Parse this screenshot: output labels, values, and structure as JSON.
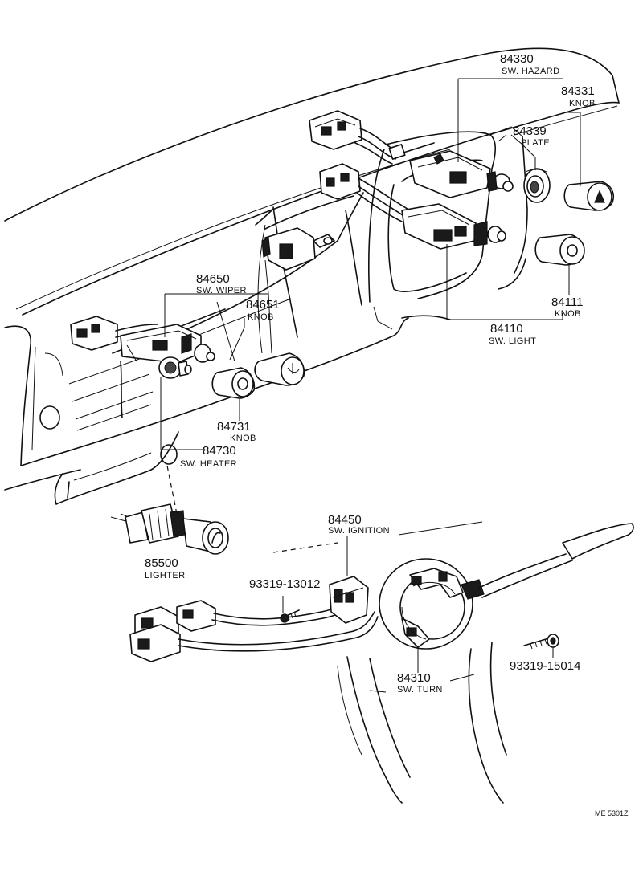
{
  "parts": {
    "hazard_switch": {
      "number": "84330",
      "name": "SW. HAZARD"
    },
    "hazard_knob": {
      "number": "84331",
      "name": "KNOB"
    },
    "plate": {
      "number": "84339",
      "name": "PLATE"
    },
    "light_knob": {
      "number": "84111",
      "name": "KNOB"
    },
    "light_switch": {
      "number": "84110",
      "name": "SW. LIGHT"
    },
    "wiper_switch": {
      "number": "84650",
      "name": "SW. WIPER"
    },
    "wiper_knob": {
      "number": "84651",
      "name": "KNOB"
    },
    "heater_knob": {
      "number": "84731",
      "name": "KNOB"
    },
    "heater_switch": {
      "number": "84730",
      "name": "SW. HEATER"
    },
    "lighter": {
      "number": "85500",
      "name": "LIGHTER"
    },
    "ignition_switch": {
      "number": "84450",
      "name": "SW. IGNITION"
    },
    "screw_small": {
      "number": "93319-13012"
    },
    "screw_large": {
      "number": "93319-15014"
    },
    "turn_switch": {
      "number": "84310",
      "name": "SW. TURN"
    }
  },
  "diagram_code": "ME 5301Z"
}
